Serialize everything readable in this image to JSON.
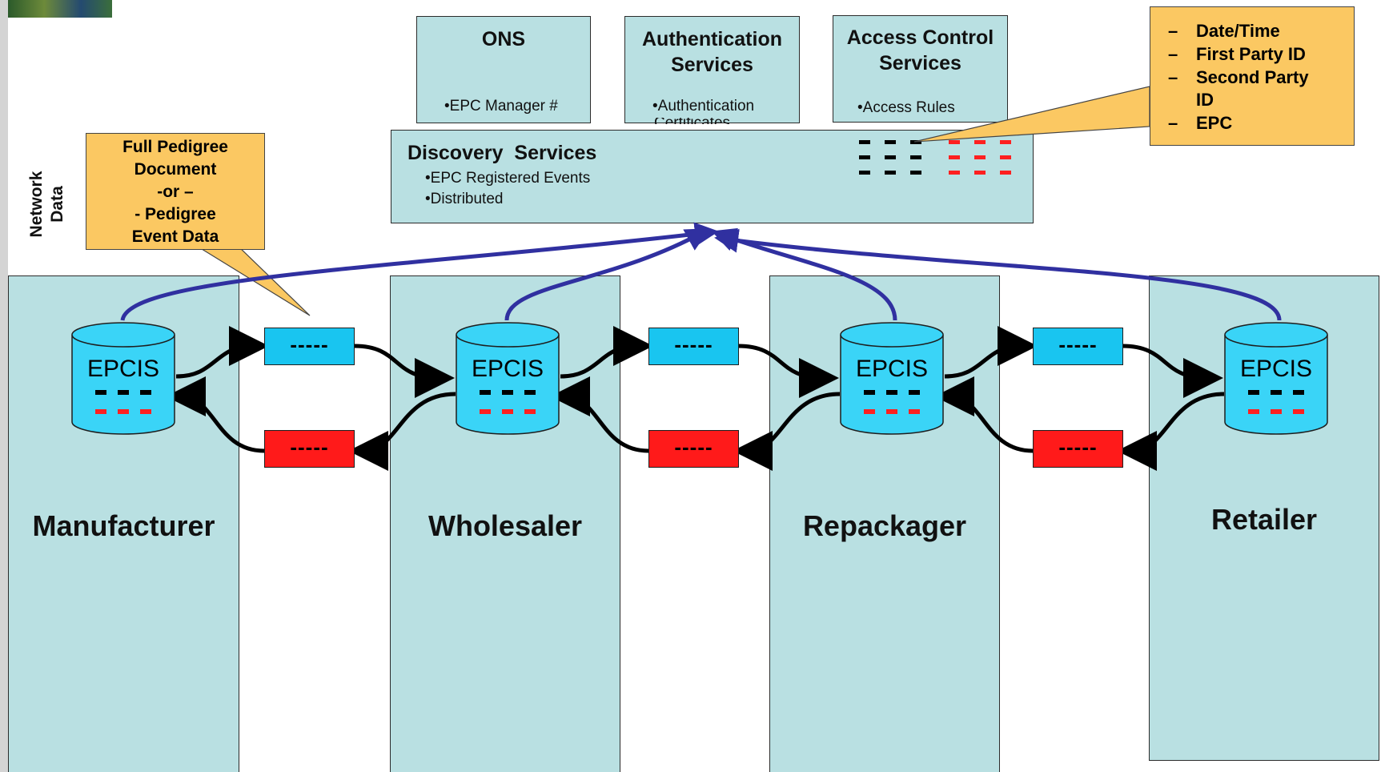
{
  "network_label": [
    "Network",
    "Data"
  ],
  "services": [
    {
      "title_lines": [
        "ONS"
      ],
      "bullet": "•EPC Manager #"
    },
    {
      "title_lines": [
        "Authentication",
        "Services"
      ],
      "bullet_lines": [
        "•Authentication",
        "Certificates"
      ]
    },
    {
      "title_lines": [
        "Access Control",
        "Services"
      ],
      "bullet": "•Access Rules"
    }
  ],
  "discovery": {
    "title": "Discovery  Services",
    "bullets": [
      "•EPC Registered Events",
      "•Distributed"
    ]
  },
  "callout_fields": {
    "items": [
      "Date/Time",
      "First Party ID",
      "Second Party",
      "ID",
      "EPC"
    ],
    "dash": "–"
  },
  "callout_pedigree": {
    "lines": [
      "Full Pedigree",
      "Document",
      "-or –",
      "- Pedigree",
      "Event Data"
    ]
  },
  "parties": [
    {
      "name": "Manufacturer"
    },
    {
      "name": "Wholesaler"
    },
    {
      "name": "Repackager"
    },
    {
      "name": "Retailer"
    }
  ],
  "epcis_label": "EPCIS",
  "message_dashes": "-----",
  "colors": {
    "panel": "#b9e0e2",
    "callout": "#fbc862",
    "cylinder": "#3ad4f7",
    "msg_blue": "#19c5f0",
    "msg_red": "#ff1a1a",
    "link": "#3030a0",
    "dash_black": "#000000",
    "dash_red": "#ff2020"
  }
}
